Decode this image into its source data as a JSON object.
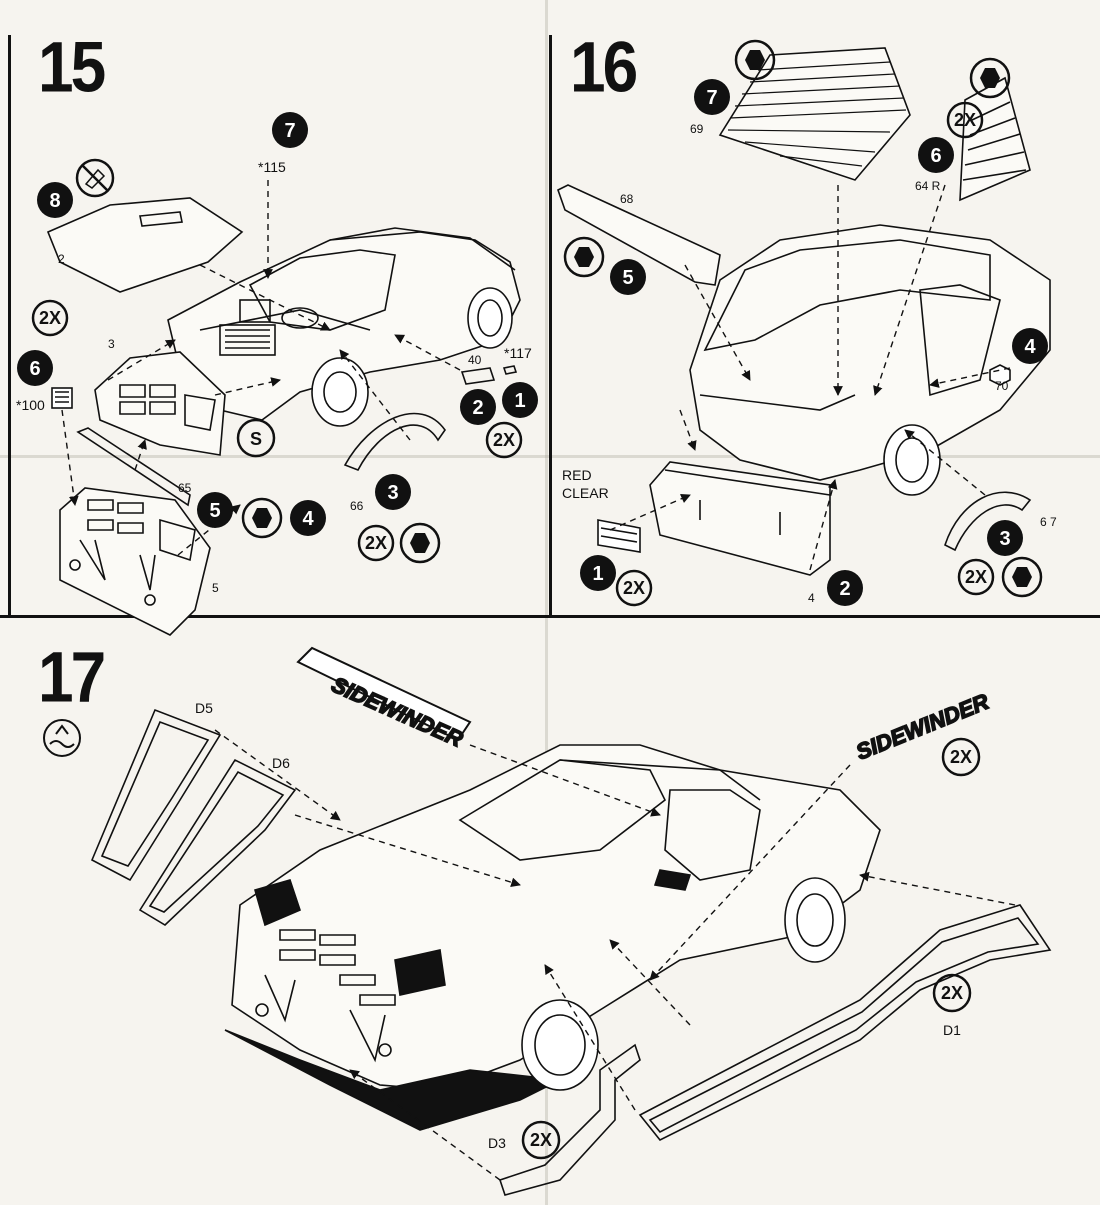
{
  "steps": {
    "s15": {
      "number": "15",
      "parts": {
        "p115": "*115",
        "p2": "2",
        "p3": "3",
        "p100": "*100",
        "p40": "40",
        "p117": "*117",
        "p65": "65",
        "p66": "66",
        "p5": "5"
      },
      "badges": [
        "7",
        "8",
        "6",
        "2",
        "1",
        "5",
        "4",
        "3"
      ],
      "rings": [
        "2X",
        "2X",
        "2X",
        "S"
      ]
    },
    "s16": {
      "number": "16",
      "parts": {
        "p69": "69",
        "p68": "68",
        "p64r": "64 R",
        "p70": "70",
        "p67": "6 7",
        "p4": "4",
        "red": "RED",
        "clear": "CLEAR"
      },
      "badges": [
        "7",
        "6",
        "5",
        "4",
        "1",
        "2",
        "3"
      ],
      "rings": [
        "2X",
        "2X",
        "2X"
      ]
    },
    "s17": {
      "number": "17",
      "decals": {
        "d5": "D5",
        "d6": "D6",
        "d1": "D1",
        "d3": "D3",
        "name": "SIDEWINDER"
      },
      "rings": [
        "2X",
        "2X",
        "2X"
      ]
    }
  },
  "colors": {
    "ink": "#111111",
    "paper": "#f6f4ef"
  },
  "icons": [
    "no-glue-icon",
    "cement-icon",
    "paint-icon",
    "water-decal-icon"
  ]
}
